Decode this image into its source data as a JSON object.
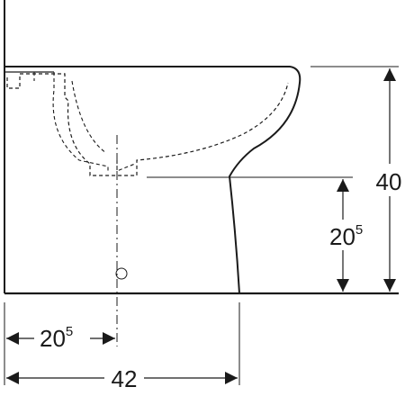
{
  "dimensions": {
    "total_height": {
      "value": "40"
    },
    "outlet_height": {
      "value": "20",
      "superscript": "5"
    },
    "outlet_offset": {
      "value": "20",
      "superscript": "5"
    },
    "total_depth": {
      "value": "42"
    }
  },
  "colors": {
    "line": "#1a1a1a",
    "background": "#ffffff"
  }
}
